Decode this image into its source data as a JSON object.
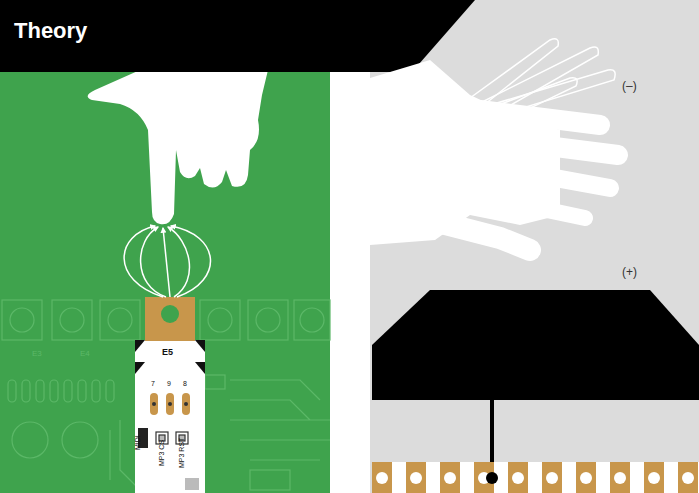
{
  "diagram": {
    "title": "Theory",
    "labels": [
      "(–)",
      "(+)",
      "E3",
      "E4",
      "E5",
      "MIDI",
      "MP3 CS",
      "MP3 RST",
      "7",
      "9",
      "8"
    ]
  }
}
